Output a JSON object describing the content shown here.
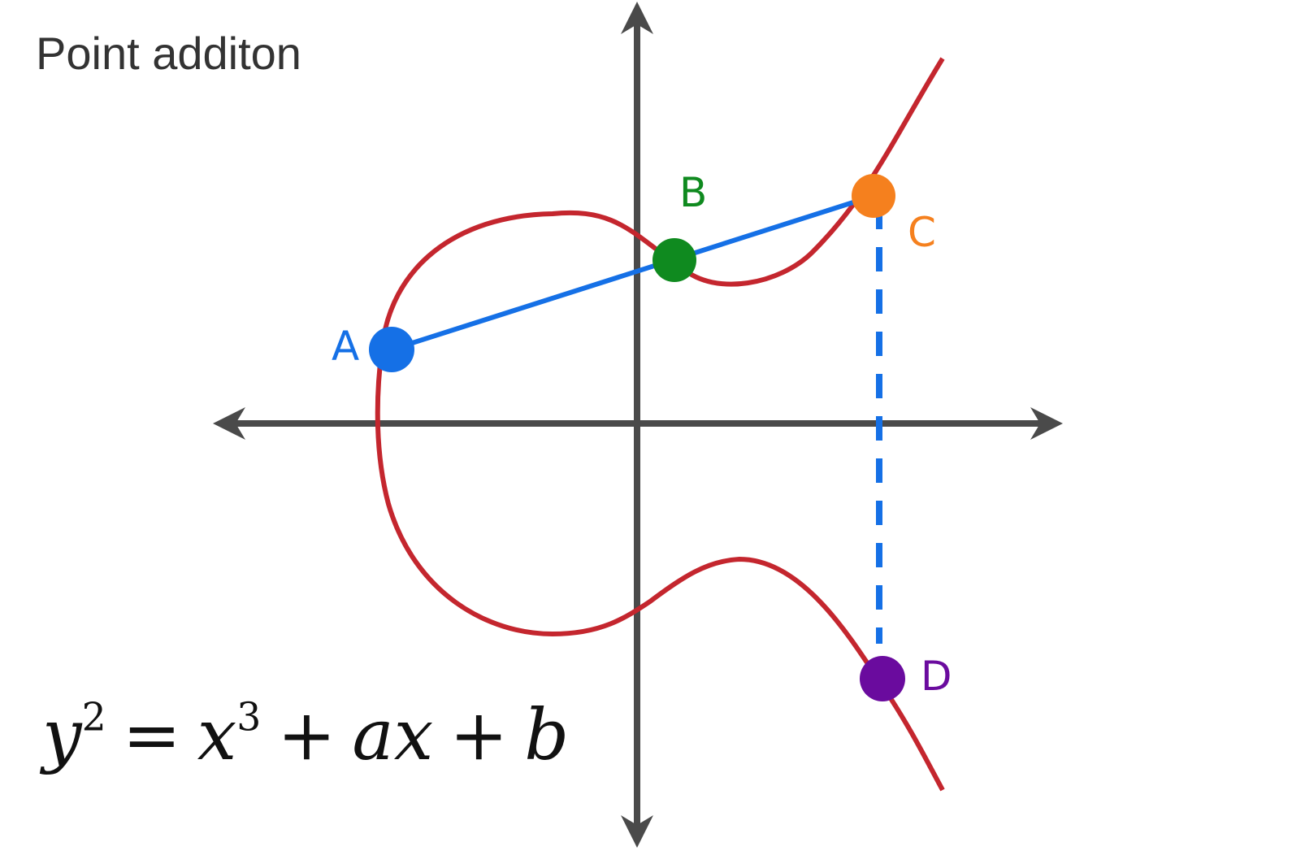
{
  "title": "Point additon",
  "equation": {
    "y": "y",
    "exp_y": "2",
    "equals": "=",
    "x": "x",
    "exp_x": "3",
    "plus1": "+",
    "ax": "ax",
    "plus2": "+",
    "b": "b"
  },
  "points": [
    {
      "id": "A",
      "label": "A",
      "color": "#1570E6"
    },
    {
      "id": "B",
      "label": "B",
      "color": "#0F8A1F"
    },
    {
      "id": "C",
      "label": "C",
      "color": "#F5801E"
    },
    {
      "id": "D",
      "label": "D",
      "color": "#6A0B9E"
    }
  ],
  "colors": {
    "curve": "#C4262E",
    "axes": "#4A4A4A",
    "secant_line": "#1570E6",
    "reflection_line": "#1570E6"
  }
}
